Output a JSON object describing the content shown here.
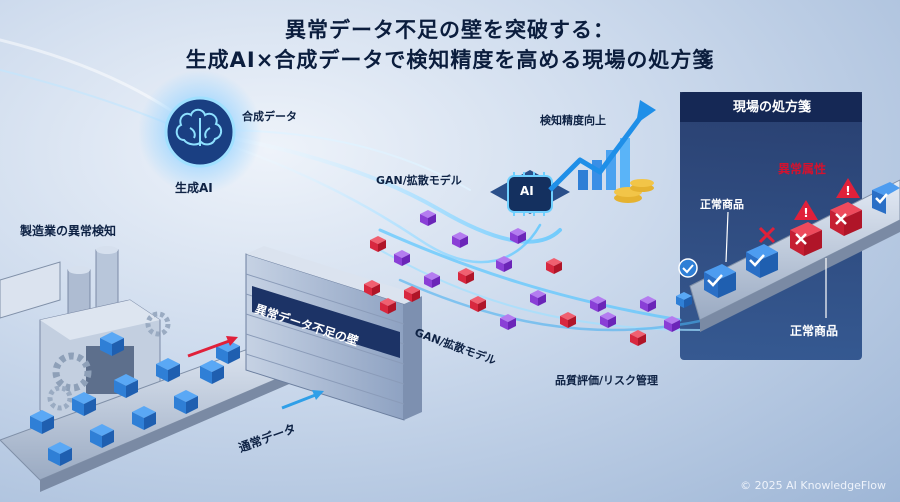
{
  "title": {
    "line1": "異常データ不足の壁を突破する：",
    "line2": "生成AI×合成データで検知精度を高める現場の処方箋"
  },
  "labels": {
    "synthetic_data": "合成データ",
    "generative_ai": "生成AI",
    "ai_chip": "AI",
    "gan_top": "GAN/拡散モデル",
    "gan_bottom": "GAN/拡散モデル",
    "accuracy_up": "検知精度向上",
    "manufacturing": "製造業の異常検知",
    "wall": "異常データ不足の壁",
    "normal_data": "通常データ",
    "quality_risk": "品質評価/リスク管理"
  },
  "panel": {
    "title": "現場の処方箋",
    "abnormal_attr": "異常属性",
    "normal_product_top": "正常商品",
    "normal_product_bottom": "正常商品"
  },
  "footer": {
    "copyright": "© 2025 AI KnowledgeFlow"
  },
  "colors": {
    "navy": "#1c3366",
    "accent_red": "#d3122f",
    "cube_blue": "#2f7fd6",
    "cube_purple": "#8a3fd6",
    "cube_red": "#d8283f"
  }
}
